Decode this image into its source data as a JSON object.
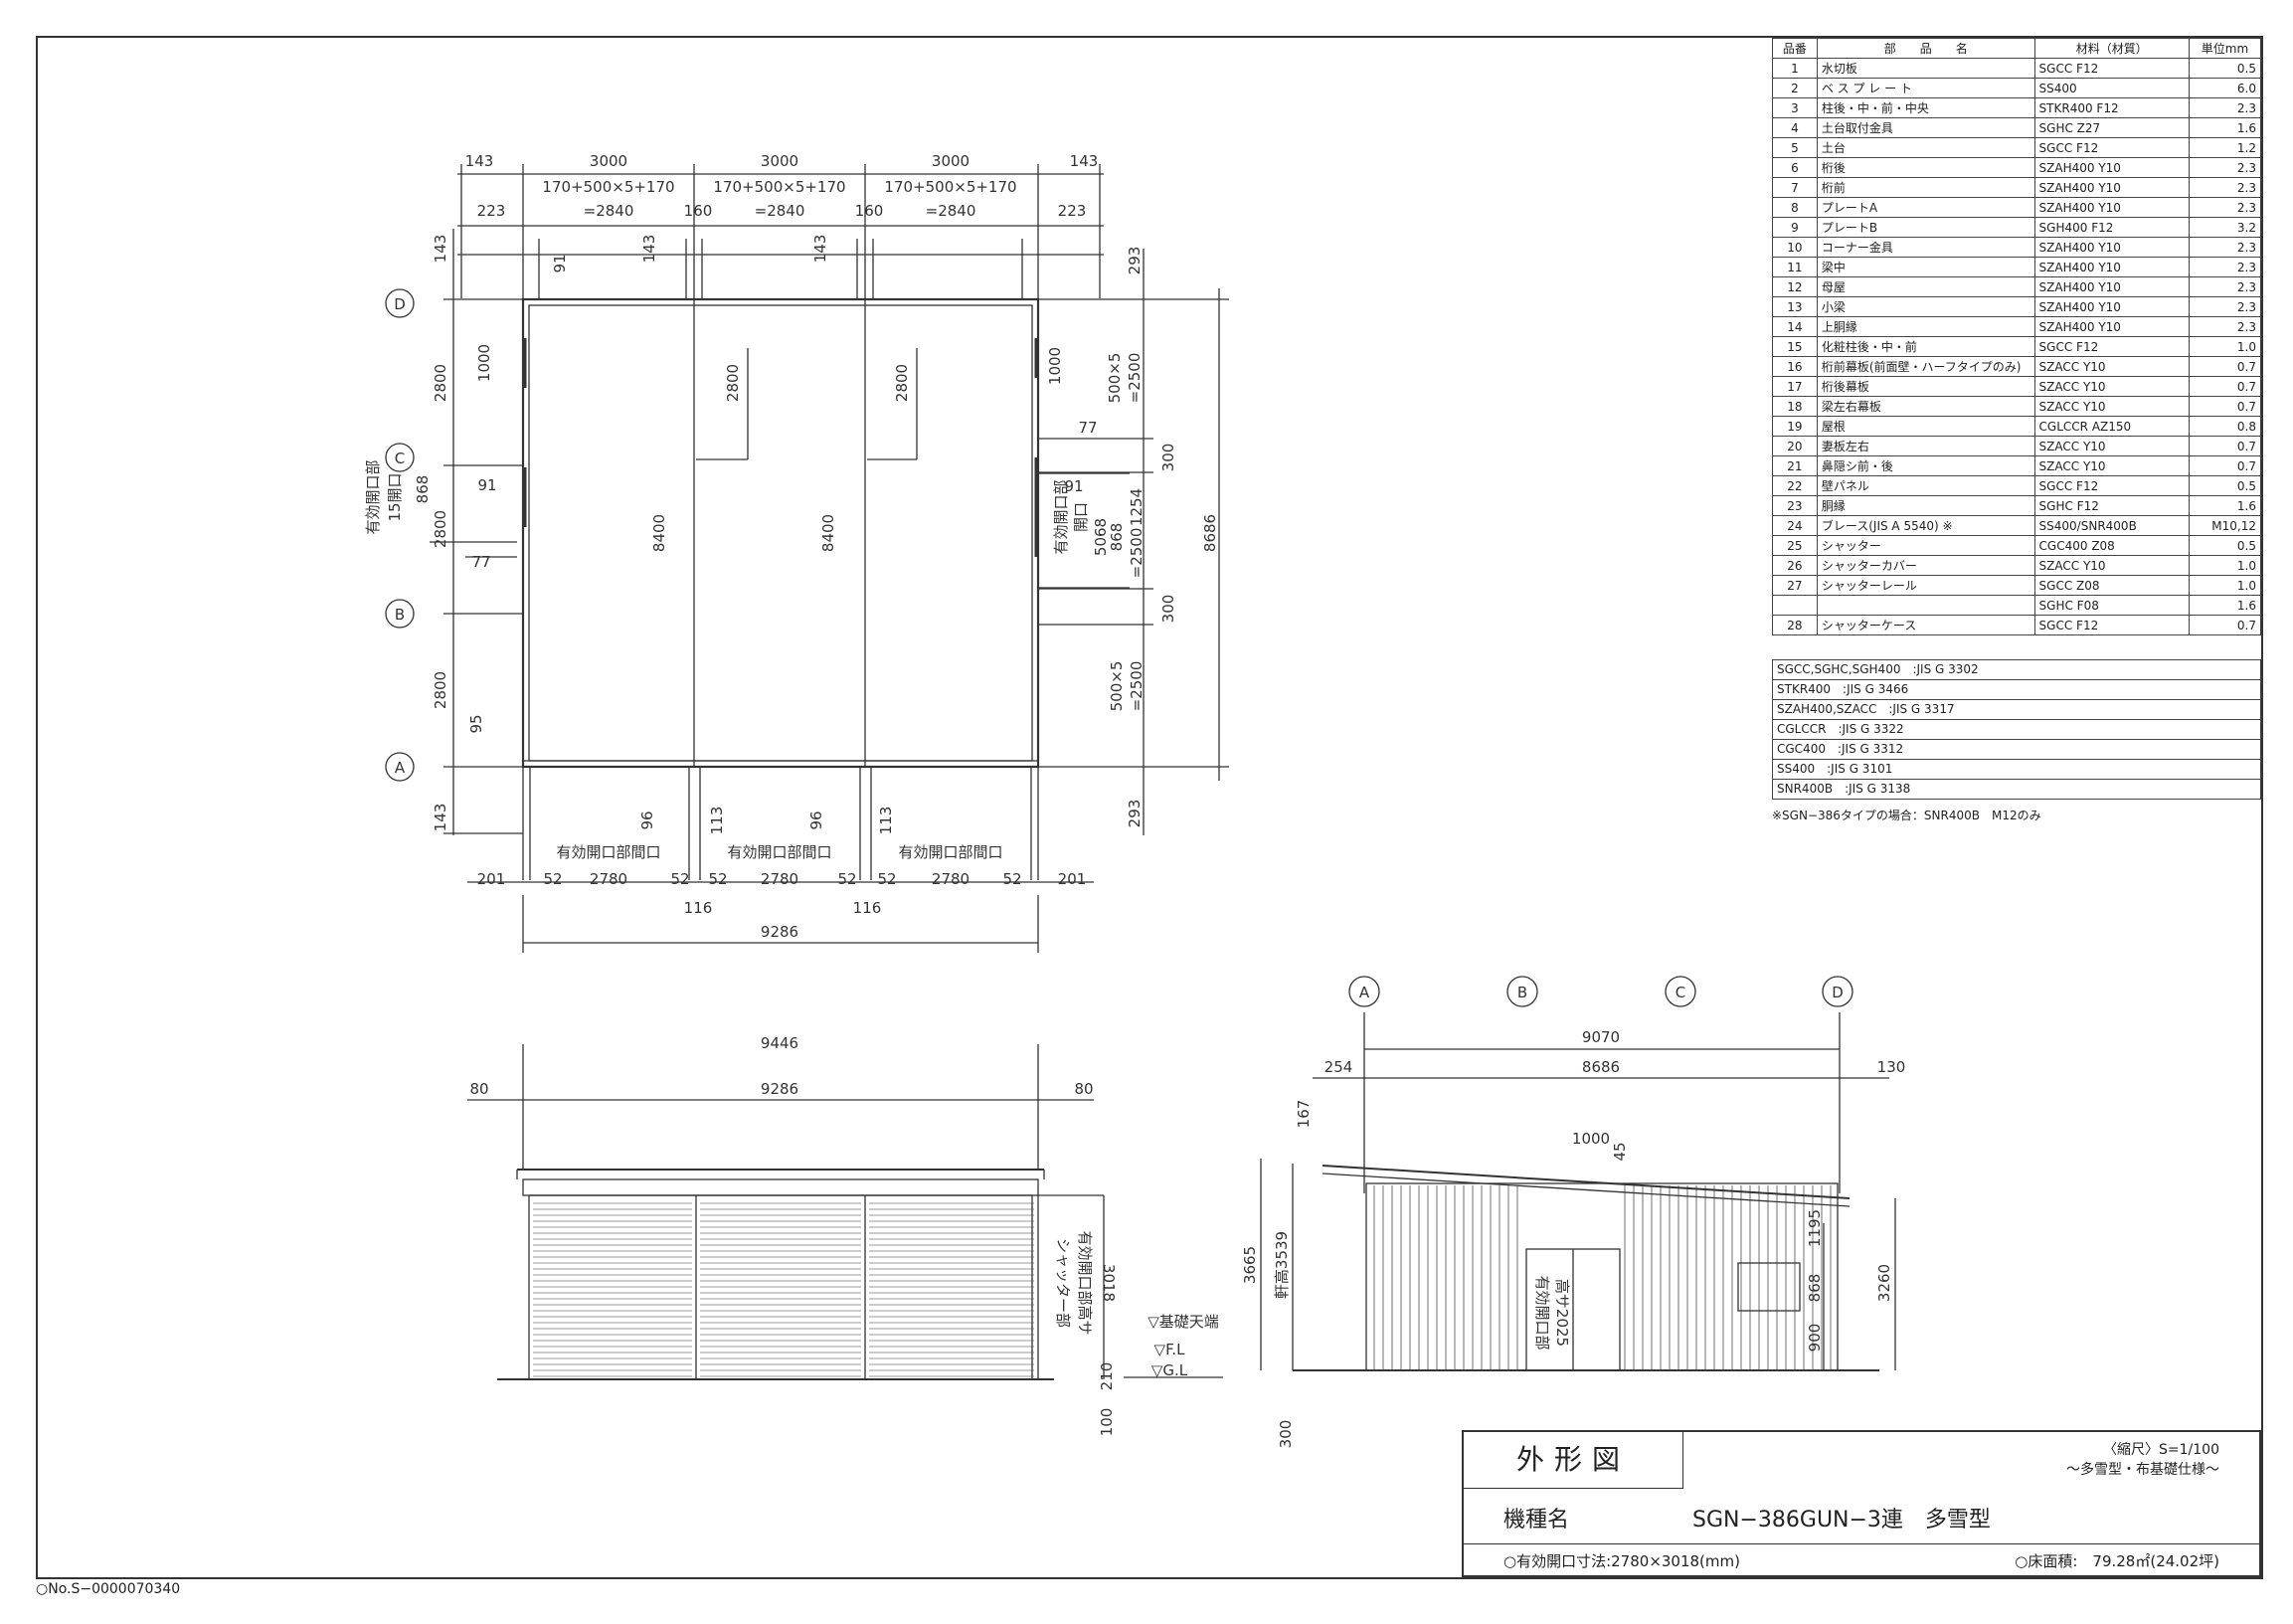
{
  "parts_table": {
    "header": {
      "no": "品番",
      "name": "部　　品　　名",
      "material": "材料（材質）",
      "unit": "単位mm"
    },
    "rows": [
      {
        "no": "1",
        "name": "水切板",
        "material": "SGCC F12",
        "thickness": "0.5"
      },
      {
        "no": "2",
        "name": "ベ ス プ レ ー ト",
        "material": "SS400",
        "thickness": "6.0"
      },
      {
        "no": "3",
        "name": "柱後・中・前・中央",
        "material": "STKR400 F12",
        "thickness": "2.3"
      },
      {
        "no": "4",
        "name": "土台取付金具",
        "material": "SGHC Z27",
        "thickness": "1.6"
      },
      {
        "no": "5",
        "name": "土台",
        "material": "SGCC F12",
        "thickness": "1.2"
      },
      {
        "no": "6",
        "name": "桁後",
        "material": "SZAH400 Y10",
        "thickness": "2.3"
      },
      {
        "no": "7",
        "name": "桁前",
        "material": "SZAH400 Y10",
        "thickness": "2.3"
      },
      {
        "no": "8",
        "name": "プレートA",
        "material": "SZAH400 Y10",
        "thickness": "2.3"
      },
      {
        "no": "9",
        "name": "プレートB",
        "material": "SGH400 F12",
        "thickness": "3.2"
      },
      {
        "no": "10",
        "name": "コーナー金具",
        "material": "SZAH400 Y10",
        "thickness": "2.3"
      },
      {
        "no": "11",
        "name": "梁中",
        "material": "SZAH400 Y10",
        "thickness": "2.3"
      },
      {
        "no": "12",
        "name": "母屋",
        "material": "SZAH400 Y10",
        "thickness": "2.3"
      },
      {
        "no": "13",
        "name": "小梁",
        "material": "SZAH400 Y10",
        "thickness": "2.3"
      },
      {
        "no": "14",
        "name": "上胴縁",
        "material": "SZAH400 Y10",
        "thickness": "2.3"
      },
      {
        "no": "15",
        "name": "化粧柱後・中・前",
        "material": "SGCC F12",
        "thickness": "1.0"
      },
      {
        "no": "16",
        "name": "桁前幕板(前面壁・ハーフタイプのみ)",
        "material": "SZACC Y10",
        "thickness": "0.7"
      },
      {
        "no": "17",
        "name": "桁後幕板",
        "material": "SZACC Y10",
        "thickness": "0.7"
      },
      {
        "no": "18",
        "name": "梁左右幕板",
        "material": "SZACC Y10",
        "thickness": "0.7"
      },
      {
        "no": "19",
        "name": "屋根",
        "material": "CGLCCR AZ150",
        "thickness": "0.8"
      },
      {
        "no": "20",
        "name": "妻板左右",
        "material": "SZACC Y10",
        "thickness": "0.7"
      },
      {
        "no": "21",
        "name": "鼻隠シ前・後",
        "material": "SZACC Y10",
        "thickness": "0.7"
      },
      {
        "no": "22",
        "name": "壁パネル",
        "material": "SGCC F12",
        "thickness": "0.5"
      },
      {
        "no": "23",
        "name": "胴縁",
        "material": "SGHC F12",
        "thickness": "1.6"
      },
      {
        "no": "24",
        "name": "ブレース(JIS A 5540) ※",
        "material": "SS400/SNR400B",
        "thickness": "M10,12"
      },
      {
        "no": "25",
        "name": "シャッター",
        "material": "CGC400 Z08",
        "thickness": "0.5"
      },
      {
        "no": "26",
        "name": "シャッターカバー",
        "material": "SZACC Y10",
        "thickness": "1.0"
      },
      {
        "no": "27",
        "name": "シャッターレール",
        "material": "SGCC Z08",
        "thickness": "1.0"
      },
      {
        "no": "",
        "name": "",
        "material": "SGHC F08",
        "thickness": "1.6"
      },
      {
        "no": "28",
        "name": "シャッターケース",
        "material": "SGCC F12",
        "thickness": "0.7"
      }
    ],
    "standards": [
      "SGCC,SGHC,SGH400　:JIS G 3302",
      "STKR400　:JIS G 3466",
      "SZAH400,SZACC　:JIS G 3317",
      "CGLCCR　:JIS G 3322",
      "CGC400　:JIS G 3312",
      "SS400　:JIS G 3101",
      "SNR400B　:JIS G 3138"
    ],
    "footnote": "※SGN−386タイプの場合：SNR400B　M12のみ"
  },
  "plan": {
    "grid_labels": [
      "D",
      "C",
      "B",
      "A"
    ],
    "top_dims": [
      "143",
      "3000",
      "3000",
      "3000",
      "143"
    ],
    "sub_dims_1": [
      "170+500×5+170",
      "170+500×5+170",
      "170+500×5+170"
    ],
    "sub_dims_2": [
      "=2840",
      "=2840",
      "=2840"
    ],
    "second_row": [
      "223",
      "160",
      "160",
      "223"
    ],
    "left_dims": [
      "143",
      "2800",
      "2800",
      "2800",
      "143"
    ],
    "inner_dims": [
      "91",
      "1000",
      "868",
      "91",
      "77",
      "95",
      "2800",
      "2800",
      "8400",
      "8400",
      "143",
      "143"
    ],
    "right_dims": [
      "293",
      "500×5",
      "=2500",
      "1000",
      "300",
      "77",
      "91",
      "868",
      "1254",
      "=2500",
      "300",
      "500×5",
      "=2500",
      "293",
      "8686"
    ],
    "left_opening": "有効開口部",
    "left_opening_2": "15開口",
    "right_opening": "有効開口部",
    "right_opening_2": "開口",
    "right_opening_3": "5068",
    "bottom_small": [
      "96",
      "113",
      "96",
      "113"
    ],
    "opening_labels": [
      "有効開口部間口",
      "有効開口部間口",
      "有効開口部間口"
    ],
    "bottom_dims": [
      "201",
      "52",
      "2780",
      "52",
      "52",
      "2780",
      "52",
      "52",
      "2780",
      "52",
      "201"
    ],
    "post_gaps": [
      "116",
      "116"
    ],
    "overall_width": "9286"
  },
  "front": {
    "overall": "9446",
    "width": "9286",
    "eave_left": "80",
    "eave_right": "80",
    "shutter_label_1": "シャッター部",
    "shutter_label_2": "有効開口部高サ",
    "shutter_height": "3018",
    "base_top": "▽基礎天端",
    "fl": "▽F.L",
    "gl": "▽G.L",
    "dim_210": "210",
    "dim_100": "100"
  },
  "side": {
    "grid_labels": [
      "A",
      "B",
      "C",
      "D"
    ],
    "overall": "9070",
    "depth": "8686",
    "left_over": "254",
    "right_over": "130",
    "slope_run": "1000",
    "slope_rise": "45",
    "dim_167": "167",
    "total_height": "3665",
    "eave_height": "軒高3539",
    "door_label_1": "有効開口部",
    "door_label_2": "高サ2025",
    "right_height": "3260",
    "window_dims": [
      "1195",
      "868",
      "900"
    ],
    "dim_300": "300"
  },
  "title_block": {
    "title": "外形図",
    "scale": "〈縮尺〉S=1/100",
    "spec": "〜多雪型・布基礎仕様〜",
    "model_label": "機種名",
    "model": "SGN−386GUN−3連　多雪型",
    "opening": "○有効開口寸法:2780×3018(mm)",
    "floor_area": "○床面積:　79.28㎡(24.02坪)"
  },
  "doc_no": "○No.S−0000070340"
}
